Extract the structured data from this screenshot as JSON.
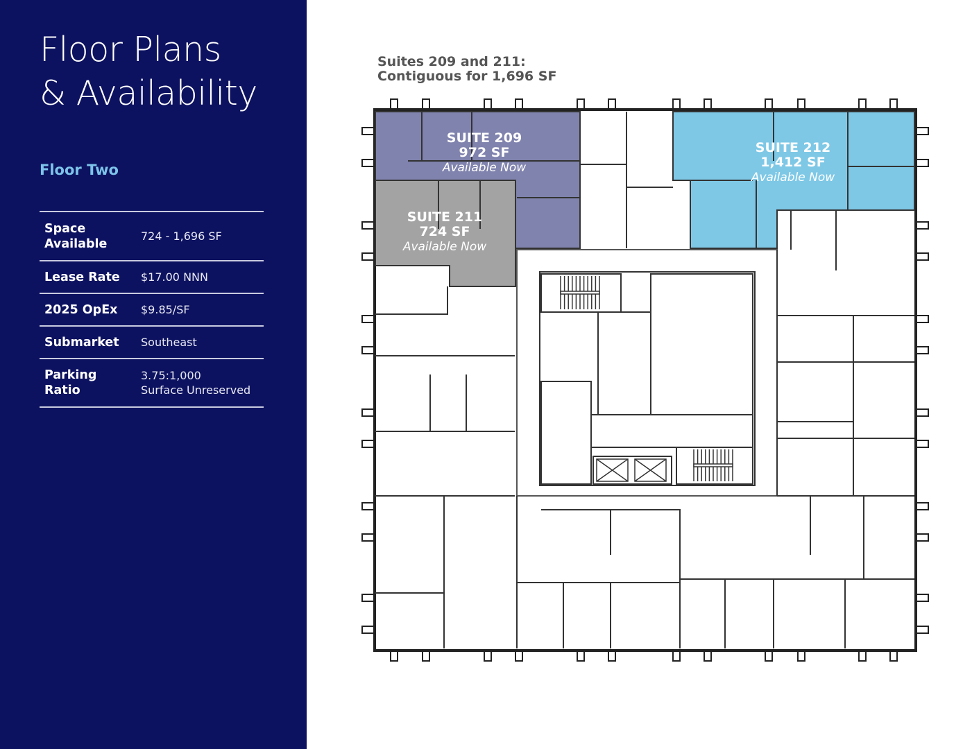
{
  "sidebar": {
    "title_line1": "Floor Plans",
    "title_line2": "& Availability",
    "floor_label": "Floor Two",
    "specs": [
      {
        "label": "Space Available",
        "value": "724 - 1,696 SF"
      },
      {
        "label": "Lease Rate",
        "value": "$17.00 NNN"
      },
      {
        "label": "2025 OpEx",
        "value": "$9.85/SF"
      },
      {
        "label": "Submarket",
        "value": "Southeast"
      },
      {
        "label": "Parking Ratio",
        "value_line1": "3.75:1,000",
        "value_line2": "Surface Unreserved"
      }
    ]
  },
  "plan": {
    "caption_line1": "Suites 209 and 211:",
    "caption_line2": "Contiguous for 1,696 SF",
    "suites": [
      {
        "name": "SUITE 209",
        "size": "972 SF",
        "status": "Available Now",
        "color": "#8083ad"
      },
      {
        "name": "SUITE 211",
        "size": "724 SF",
        "status": "Available Now",
        "color": "#a3a3a3"
      },
      {
        "name": "SUITE 212",
        "size": "1,412 SF",
        "status": "Available Now",
        "color": "#7ec8e6"
      }
    ]
  },
  "colors": {
    "sidebar_bg": "#0d1260",
    "accent": "#7dc3ea"
  }
}
